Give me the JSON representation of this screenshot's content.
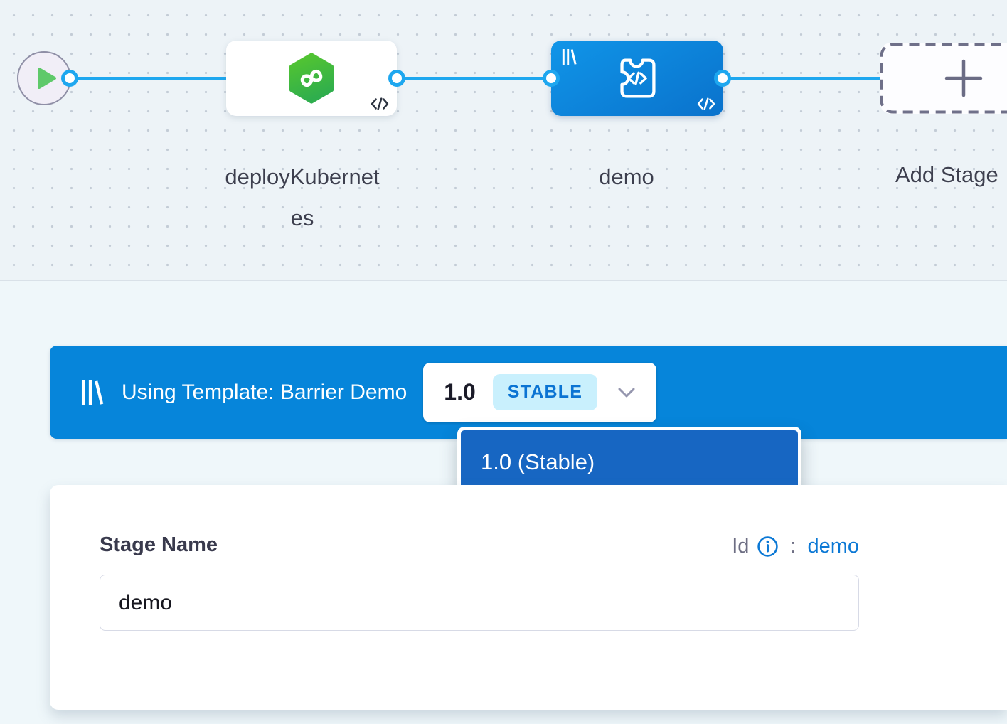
{
  "canvas": {
    "stage_labels": [
      "deployKubernetes",
      "demo"
    ],
    "add_stage_label": "Add Stage"
  },
  "template_bar": {
    "text": "Using Template: Barrier Demo",
    "version": "1.0",
    "badge": "STABLE"
  },
  "version_dropdown": {
    "options": [
      "1.0 (Stable)"
    ]
  },
  "stage_form": {
    "name_label": "Stage Name",
    "name_value": "demo",
    "id_label": "Id",
    "id_separator": ":",
    "id_value": "demo"
  },
  "icons": {
    "play": "play-triangle",
    "template": "library-bars",
    "deploy": "hexagon-infinity",
    "custom_stage": "puzzle-code",
    "code": "</>",
    "add": "+",
    "chevron_down": "v",
    "info": "i-circle"
  },
  "colors": {
    "banner_blue": "#0685da",
    "dropdown_item_blue": "#1766c2",
    "accent_blue": "#0278d5",
    "badge_bg": "#c9f0fd",
    "connector_blue": "#1ea7ef",
    "deploy_green": "#3fbb3f",
    "link_blue": "#0b78d5",
    "canvas_bg": "#edf3f7"
  }
}
